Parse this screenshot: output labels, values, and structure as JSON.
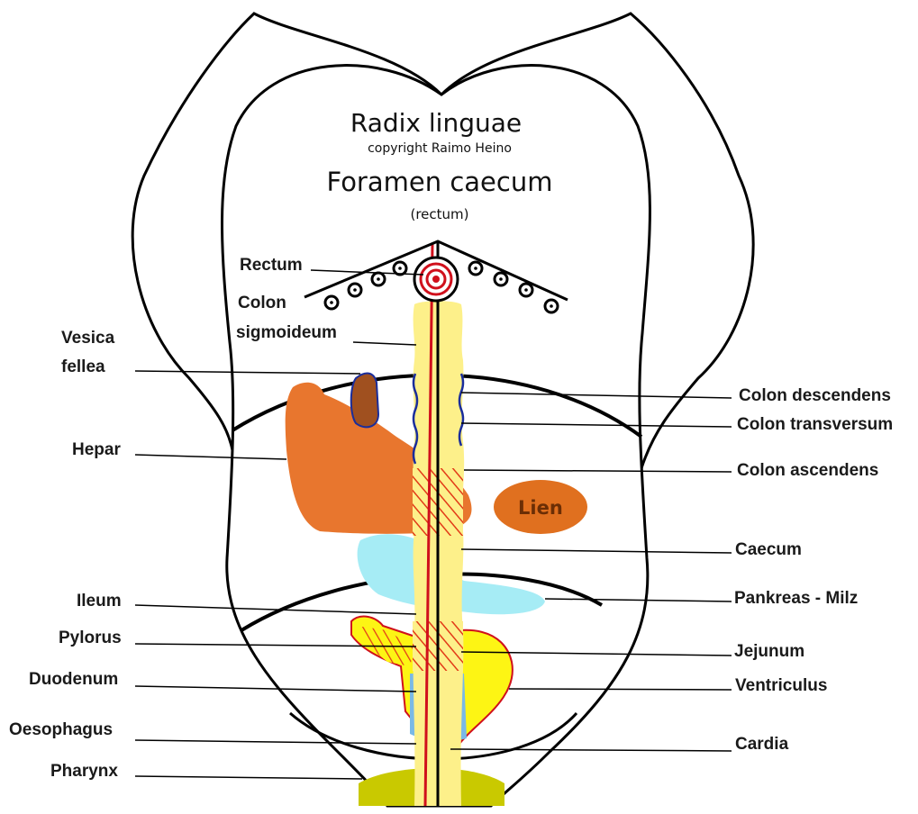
{
  "title": "Radix linguae",
  "copyright": "copyright Raimo Heino",
  "subtitle": "Foramen caecum",
  "subtitle_note": "(rectum)",
  "colors": {
    "outline": "#000000",
    "liver": "#e8762e",
    "gallbladder": "#a0501f",
    "spleen": "#e0701f",
    "colon": "#fdf08a",
    "pancreas": "#a6ecf5",
    "stomach": "#fdf514",
    "duodenum": "#7ab9e6",
    "pharynx": "#c9c900",
    "hatch": "#e23a17",
    "red_line": "#d0101c",
    "blue_line": "#1a2d9b"
  },
  "labels_left": [
    {
      "id": "rectum",
      "text": "Rectum"
    },
    {
      "id": "colon",
      "text": "Colon"
    },
    {
      "id": "sigmoideum",
      "text": "sigmoideum"
    },
    {
      "id": "vesica",
      "text": "Vesica"
    },
    {
      "id": "fellea",
      "text": "fellea"
    },
    {
      "id": "hepar",
      "text": "Hepar"
    },
    {
      "id": "ileum",
      "text": "Ileum"
    },
    {
      "id": "pylorus",
      "text": "Pylorus"
    },
    {
      "id": "duodenum",
      "text": "Duodenum"
    },
    {
      "id": "oesophagus",
      "text": "Oesophagus"
    },
    {
      "id": "pharynx",
      "text": "Pharynx"
    }
  ],
  "labels_right": [
    {
      "id": "colon-descendens",
      "text": "Colon descendens"
    },
    {
      "id": "colon-transversum",
      "text": "Colon transversum"
    },
    {
      "id": "colon-ascendens",
      "text": "Colon ascendens"
    },
    {
      "id": "caecum",
      "text": "Caecum"
    },
    {
      "id": "pankreas-milz",
      "text": "Pankreas  -  Milz"
    },
    {
      "id": "jejunum",
      "text": "Jejunum"
    },
    {
      "id": "ventriculus",
      "text": "Ventriculus"
    },
    {
      "id": "cardia",
      "text": "Cardia"
    }
  ],
  "lien": "Lien"
}
